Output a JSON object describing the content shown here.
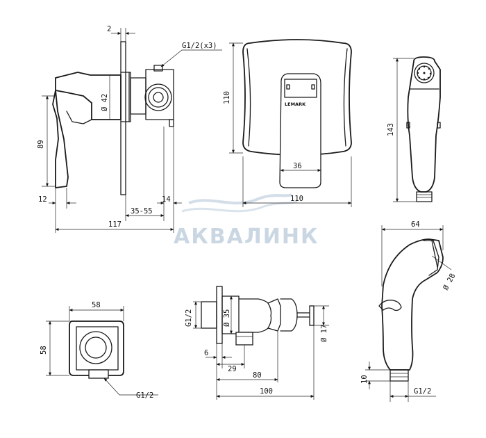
{
  "drawing": {
    "watermark": "АКВАЛИНК",
    "brand_logo": "LEMARK",
    "mixer_side": {
      "wall_plate_thickness": "2",
      "thread": "G1/2(x3)",
      "diameter": "Ø 42",
      "height": "89",
      "offset": "12",
      "install_depth": "35-55",
      "outlet": "14",
      "total_depth": "117"
    },
    "mixer_front": {
      "height": "110",
      "width": "110",
      "lever_width": "36"
    },
    "shower_side": {
      "length": "143"
    },
    "shower_profile": {
      "width": "64",
      "head_diameter": "Ø 28",
      "connector": "10",
      "thread": "G1/2"
    },
    "elbow_front": {
      "width": "58",
      "height": "58",
      "thread": "G1/2"
    },
    "elbow_side": {
      "thread": "G1/2",
      "diameter": "Ø 35",
      "knob_diameter": "Ø 17",
      "d6": "6",
      "d29": "29",
      "d80": "80",
      "d100": "100"
    }
  }
}
